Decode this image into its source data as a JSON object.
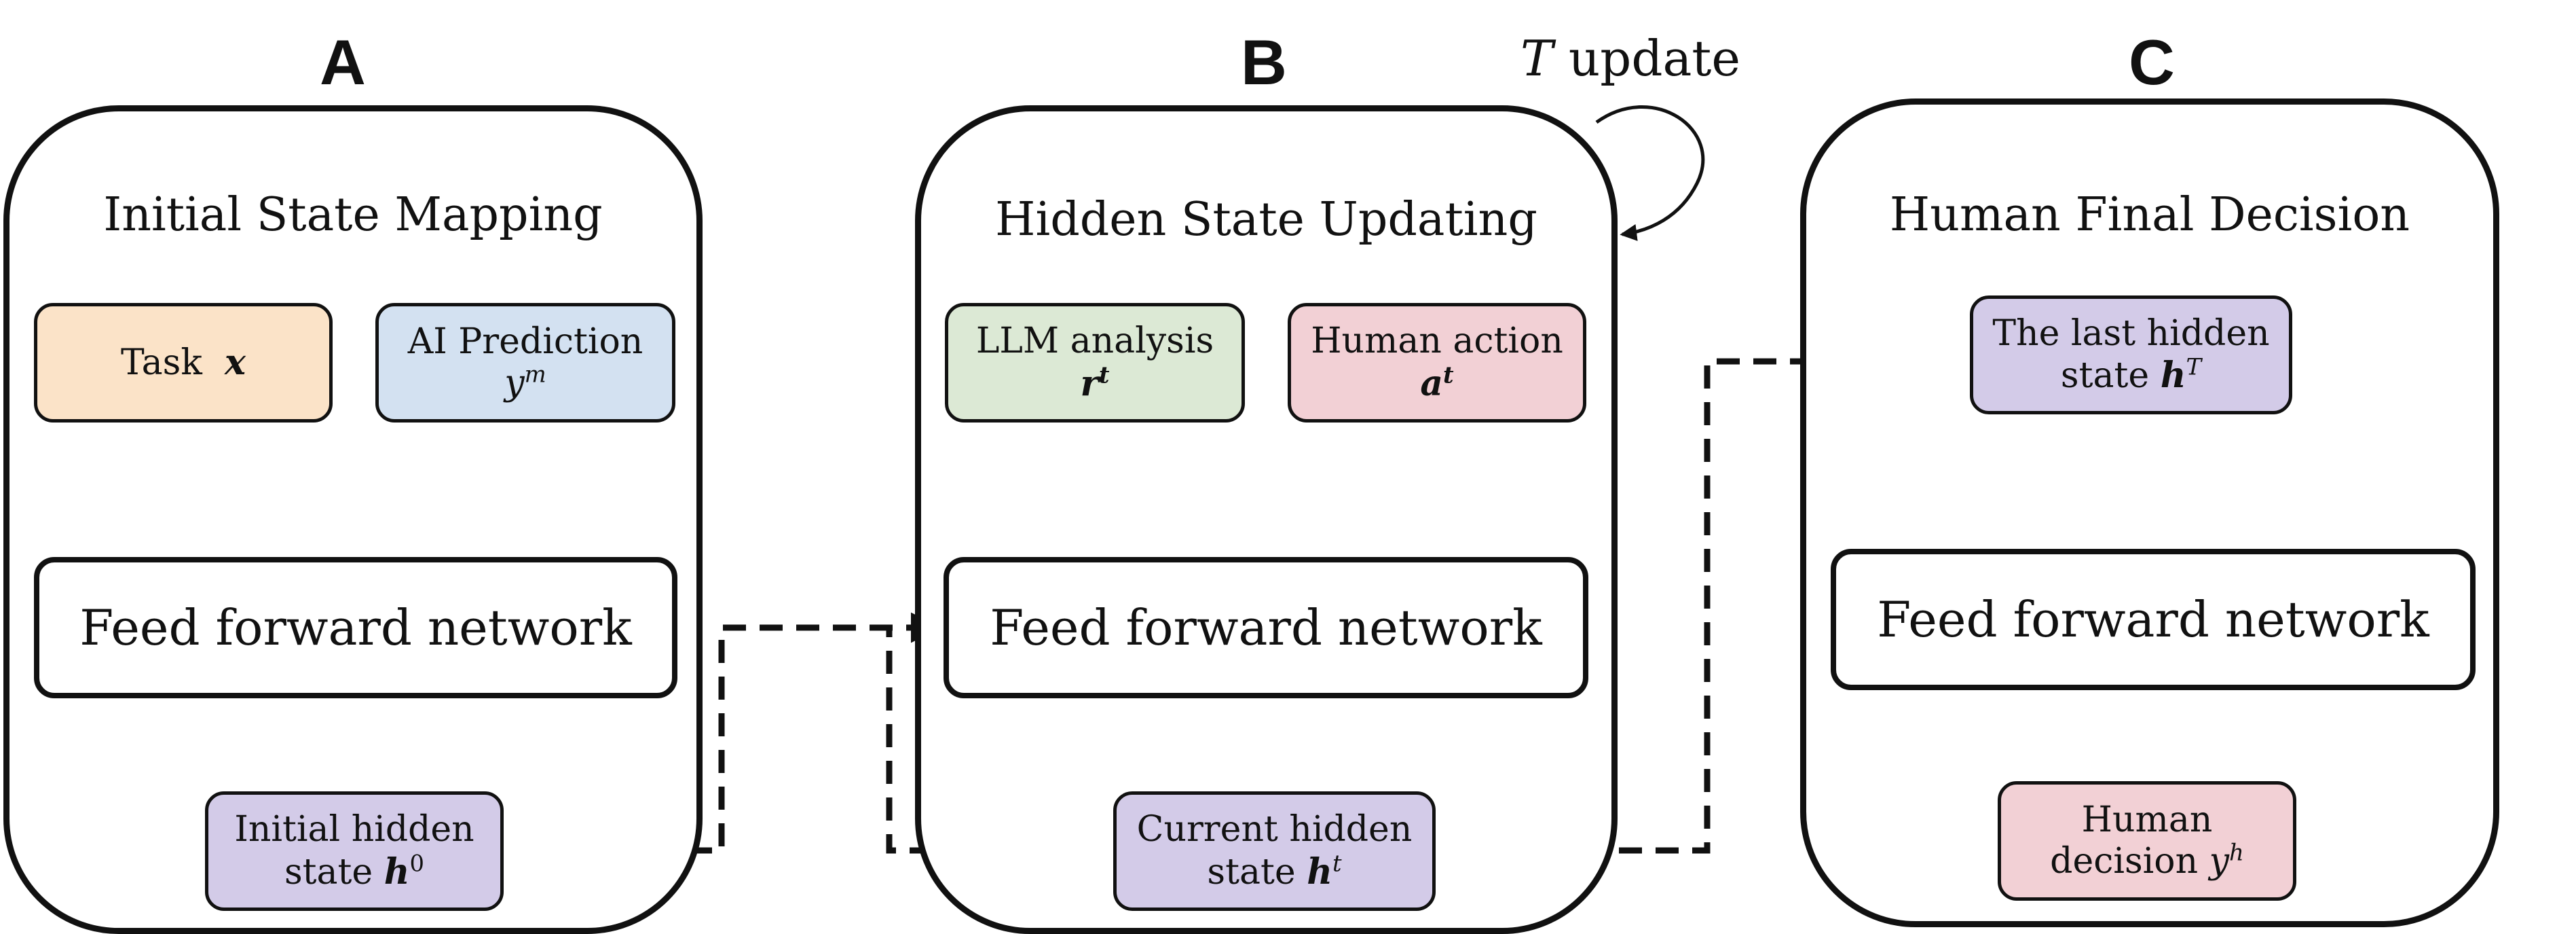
{
  "panels": [
    {
      "letter": "A",
      "title": "Initial State Mapping",
      "inputs": [
        {
          "label": "Task",
          "symbol": "x",
          "color": "#fbe3c8"
        },
        {
          "label": "AI Prediction",
          "symbol": "y",
          "sup": "m",
          "color": "#d3e1f1"
        }
      ],
      "network": "Feed forward network",
      "output": {
        "line1": "Initial hidden",
        "line2": "state",
        "symbol": "h",
        "sup": "0",
        "color": "#d3cbe8"
      }
    },
    {
      "letter": "B",
      "title": "Hidden State Updating",
      "inputs": [
        {
          "label": "LLM analysis",
          "symbol": "r",
          "sup": "t",
          "color": "#dce9d5"
        },
        {
          "label": "Human action",
          "symbol": "a",
          "sup": "t",
          "color": "#f2d0d5"
        }
      ],
      "network": "Feed forward network",
      "output": {
        "line1": "Current hidden",
        "line2": "state",
        "symbol": "h",
        "sup": "t",
        "color": "#d3cbe8"
      }
    },
    {
      "letter": "C",
      "title": "Human Final Decision",
      "input": {
        "line1": "The last hidden",
        "line2": "state",
        "symbol": "h",
        "sup": "T",
        "color": "#d3cbe8"
      },
      "network": "Feed forward network",
      "output": {
        "line1": "Human",
        "line2": "decision",
        "symbol": "y",
        "sup": "h",
        "color": "#f2d0d5"
      }
    }
  ],
  "loop_label": {
    "symbol": "T",
    "text": "update"
  },
  "colors": {
    "stroke": "#111111",
    "background": "#ffffff"
  }
}
